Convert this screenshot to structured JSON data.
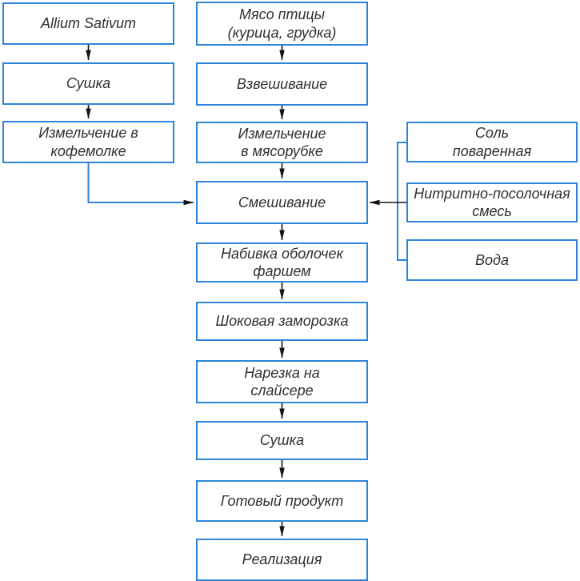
{
  "diagram": {
    "type": "flowchart",
    "language": "ru",
    "colors": {
      "box_border": "#2e84d8",
      "connector_blue": "#2e84d8",
      "arrow_black": "#141414",
      "text": "#303030",
      "background": "#ffffff"
    },
    "left_branch": {
      "steps": [
        {
          "label": "Allium Sativum"
        },
        {
          "label": "Сушка"
        },
        {
          "label": "Измельчение в\nкофемолке"
        }
      ]
    },
    "main_branch": {
      "steps": [
        {
          "label": "Мясо птицы\n(курица, грудка)"
        },
        {
          "label": "Взвешивание"
        },
        {
          "label": "Измельчение\nв мясорубке"
        },
        {
          "label": "Смешивание"
        },
        {
          "label": "Набивка оболочек\nфаршем"
        },
        {
          "label": "Шоковая заморозка"
        },
        {
          "label": "Нарезка на\nслайсере"
        },
        {
          "label": "Сушка"
        },
        {
          "label": "Готовый продукт"
        },
        {
          "label": "Реализация"
        }
      ]
    },
    "right_branch": {
      "steps": [
        {
          "label": "Соль\nповаренная"
        },
        {
          "label": "Нитритно-посолочная\nсмесь"
        },
        {
          "label": "Вода"
        }
      ]
    }
  }
}
